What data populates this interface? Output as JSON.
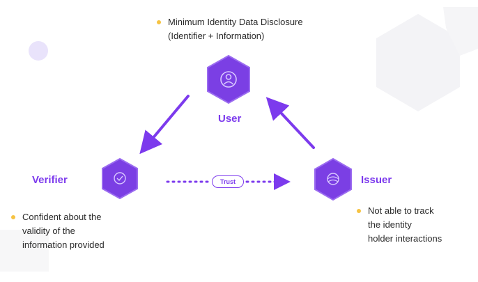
{
  "colors": {
    "accent": "#7c3aed",
    "node": "#7b3fe4",
    "bullet": "#f6c343",
    "text": "#2b2b2b"
  },
  "nodes": {
    "user": {
      "label": "User",
      "icon": "user-icon"
    },
    "verifier": {
      "label": "Verifier",
      "icon": "check-icon"
    },
    "issuer": {
      "label": "Issuer",
      "icon": "globe-icon"
    }
  },
  "edges": {
    "trust_label": "Trust"
  },
  "notes": {
    "user": [
      "Minimum Identity Data Disclosure",
      "(Identifier + Information)"
    ],
    "verifier": [
      "Confident about the",
      "validity of the",
      "information provided"
    ],
    "issuer": [
      "Not able to track",
      "the identity",
      "holder interactions"
    ]
  }
}
